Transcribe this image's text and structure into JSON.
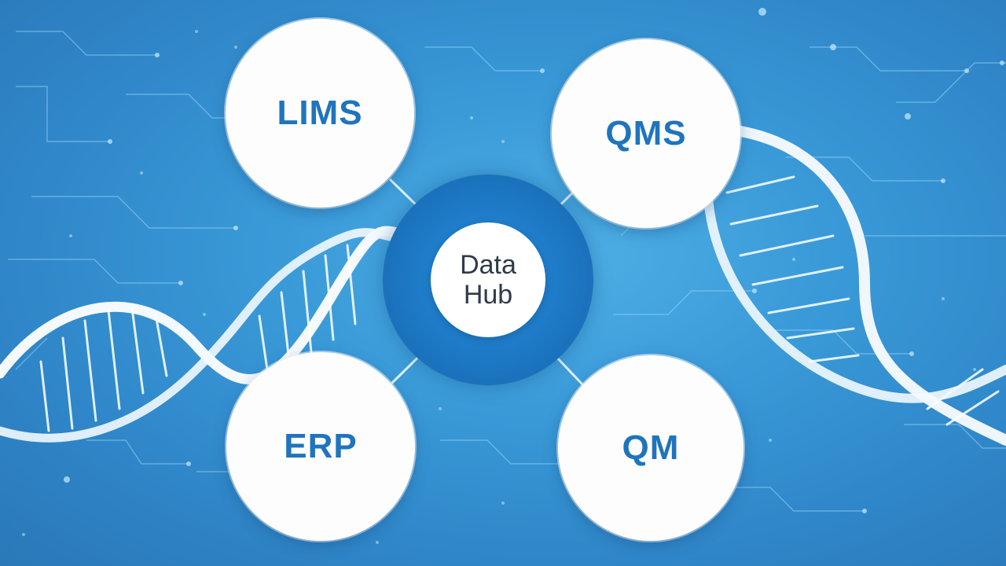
{
  "colors": {
    "label_blue": "#1f74bd",
    "hub_text": "#2f3b48",
    "hub_ring": "#1f7cc9",
    "connector": "#eaf6ff",
    "helix": "#ffffff"
  },
  "hub": {
    "line1": "Data",
    "line2": "Hub"
  },
  "nodes": {
    "lims": "LIMS",
    "qms": "QMS",
    "erp": "ERP",
    "qm": "QM"
  }
}
